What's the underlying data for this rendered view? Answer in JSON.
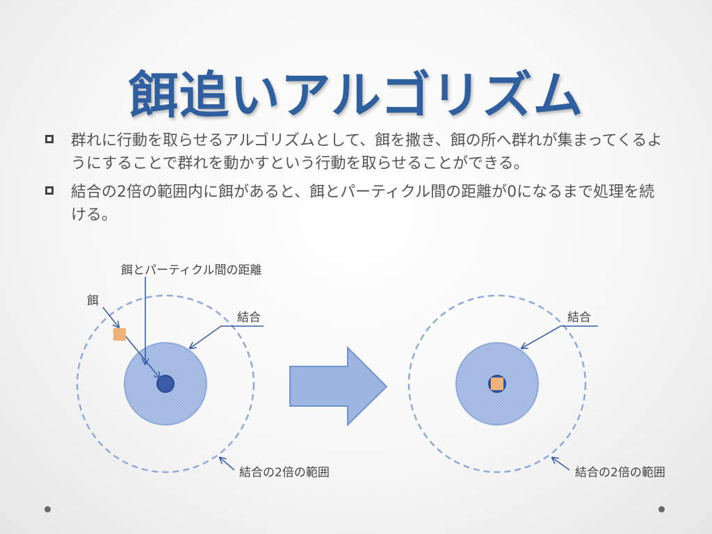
{
  "slide": {
    "title": "餌追いアルゴリズム",
    "bullets": [
      {
        "text": "群れに行動を取らせるアルゴリズムとして、餌を撒き、餌の所へ群れが集まってくるようにすることで群れを動かすという行動を取らせることができる。"
      },
      {
        "text": "結合の2倍の範囲内に餌があると、餌とパーティクル間の距離が0になるまで処理を続ける。"
      }
    ]
  },
  "diagram": {
    "left": {
      "distance_label": "餌とパーティクル間の距離",
      "food_label": "餌",
      "cohesion_label": "結合",
      "double_range_label": "結合の2倍の範囲"
    },
    "right": {
      "cohesion_label": "結合",
      "double_range_label": "結合の2倍の範囲"
    },
    "colors": {
      "title": "#2f5f9e",
      "circle_fill": "#9db5e0",
      "dashed_circle": "#8fa9d8",
      "particle": "#3a5ca8",
      "food": "#f0b27a",
      "arrow": "#8fb0e0"
    }
  }
}
